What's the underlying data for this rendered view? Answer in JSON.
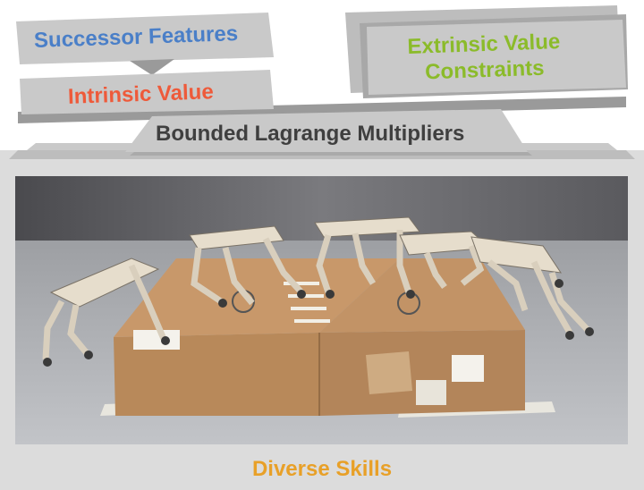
{
  "diagram": {
    "successor_features": "Successor Features",
    "intrinsic_value": "Intrinsic Value",
    "extrinsic_value_line1": "Extrinsic Value",
    "extrinsic_value_line2": "Constraints",
    "bounded_lagrange": "Bounded Lagrange Multipliers",
    "diverse_skills": "Diverse Skills"
  },
  "colors": {
    "successor_features": "#4a7fc8",
    "intrinsic_value": "#ee5a3a",
    "extrinsic_value": "#8bbb2a",
    "bounded_lagrange": "#3f3f3f",
    "diverse_skills": "#e8a028",
    "panel_gray": "#c9c9c9",
    "panel_dark": "#999999",
    "frame_gray": "#dcdcdc"
  },
  "photo": {
    "icon": "robot-dog-photo-icon"
  }
}
